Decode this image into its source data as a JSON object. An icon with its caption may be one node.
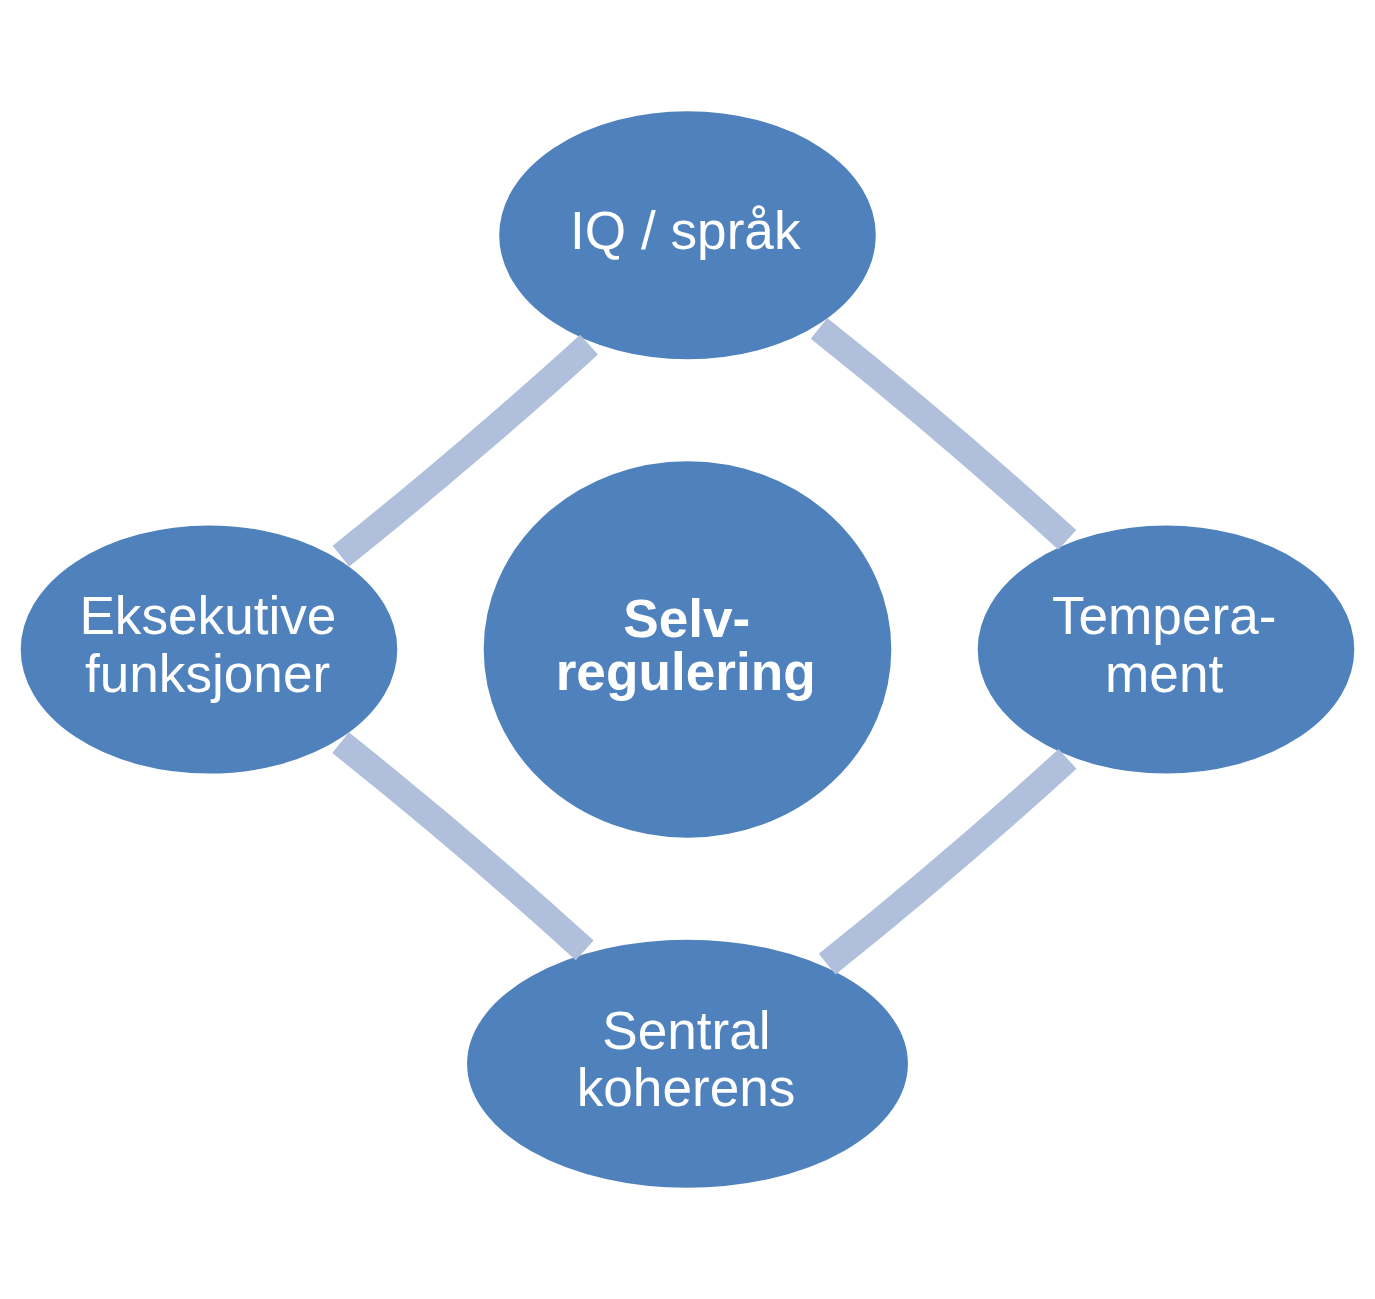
{
  "diagram": {
    "nodes": [
      {
        "text": [
          "Selv- regulering"
        ]
      },
      {
        "text": [
          "IQ / språk"
        ]
      },
      {
        "text": [
          "Tempera- ment"
        ]
      },
      {
        "text": [
          "Sentral koherens"
        ]
      },
      {
        "text": [
          "Eksekutive funksjoner"
        ]
      }
    ],
    "edges": [
      {
        "from": 1,
        "to": 2,
        "arrow": "none"
      },
      {
        "from": 2,
        "to": 3,
        "arrow": "none"
      },
      {
        "from": 3,
        "to": 4,
        "arrow": "none"
      },
      {
        "from": 4,
        "to": 1,
        "arrow": "none"
      }
    ]
  }
}
